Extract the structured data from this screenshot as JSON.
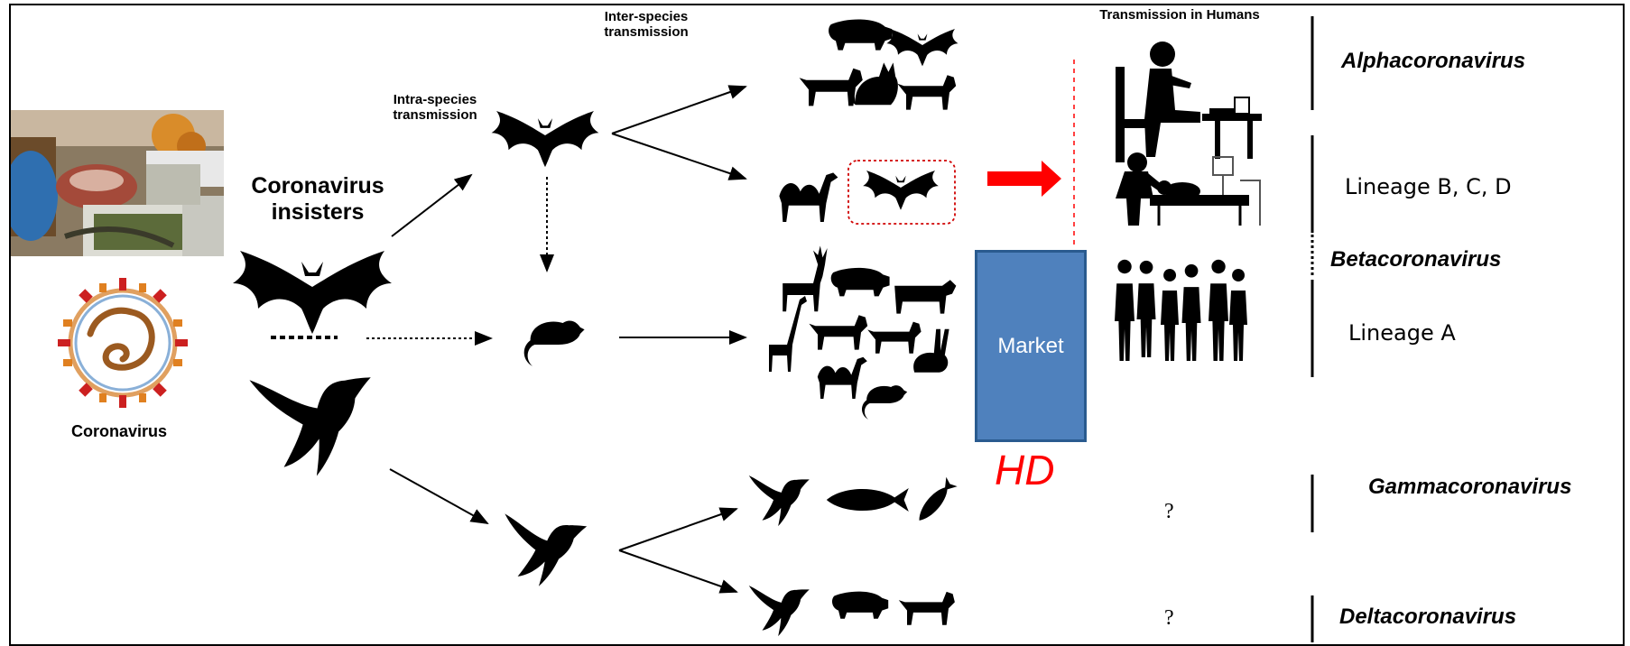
{
  "labels": {
    "inter_species": "Inter-species\ntransmission",
    "intra_species": "Intra-species\ntransmission",
    "transmission_humans": "Transmission in Humans",
    "coronavirus_insisters": "Coronavirus\ninsisters",
    "coronavirus": "Coronavirus",
    "market": "Market",
    "hd": "HD",
    "question_1": "?",
    "question_2": "?"
  },
  "genera": {
    "alpha": "Alphacoronavirus",
    "lineage_bcd": "Lineage B, C, D",
    "beta": "Betacoronavirus",
    "lineage_a": "Lineage A",
    "gamma": "Gammacoronavirus",
    "delta": "Deltacoronavirus"
  },
  "colors": {
    "arrow_red": "#ff0000",
    "market_blue": "#4f81bd",
    "hd_red": "#ff0000",
    "silhouette": "#000000"
  },
  "icons": {
    "bat": "bat-icon",
    "bird": "bird-icon",
    "rodent": "rodent-icon",
    "camel": "camel-icon",
    "human_eating": "human-eating-icon",
    "hospital": "hospital-scene-icon",
    "human_group": "human-group-icon"
  }
}
